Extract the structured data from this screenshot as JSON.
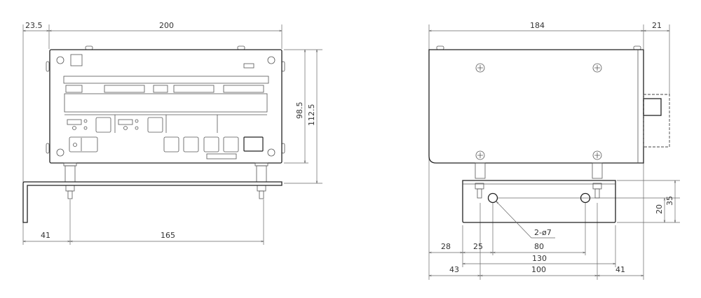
{
  "front_view": {
    "dims": {
      "left_offset": "23.5",
      "width": "200",
      "panel_height": "98.5",
      "total_height": "112.5",
      "foot_offset": "41",
      "foot_spacing": "165"
    }
  },
  "side_view": {
    "dims": {
      "depth": "184",
      "connector": "21",
      "bracket_height": "35",
      "hole_height": "20",
      "hole_note": "2-ø7",
      "bracket_offset": "28",
      "hole_offset": "25",
      "hole_spacing": "80",
      "bracket_length": "130",
      "foot_offset": "43",
      "foot_spacing": "100",
      "rear_offset": "41"
    }
  }
}
